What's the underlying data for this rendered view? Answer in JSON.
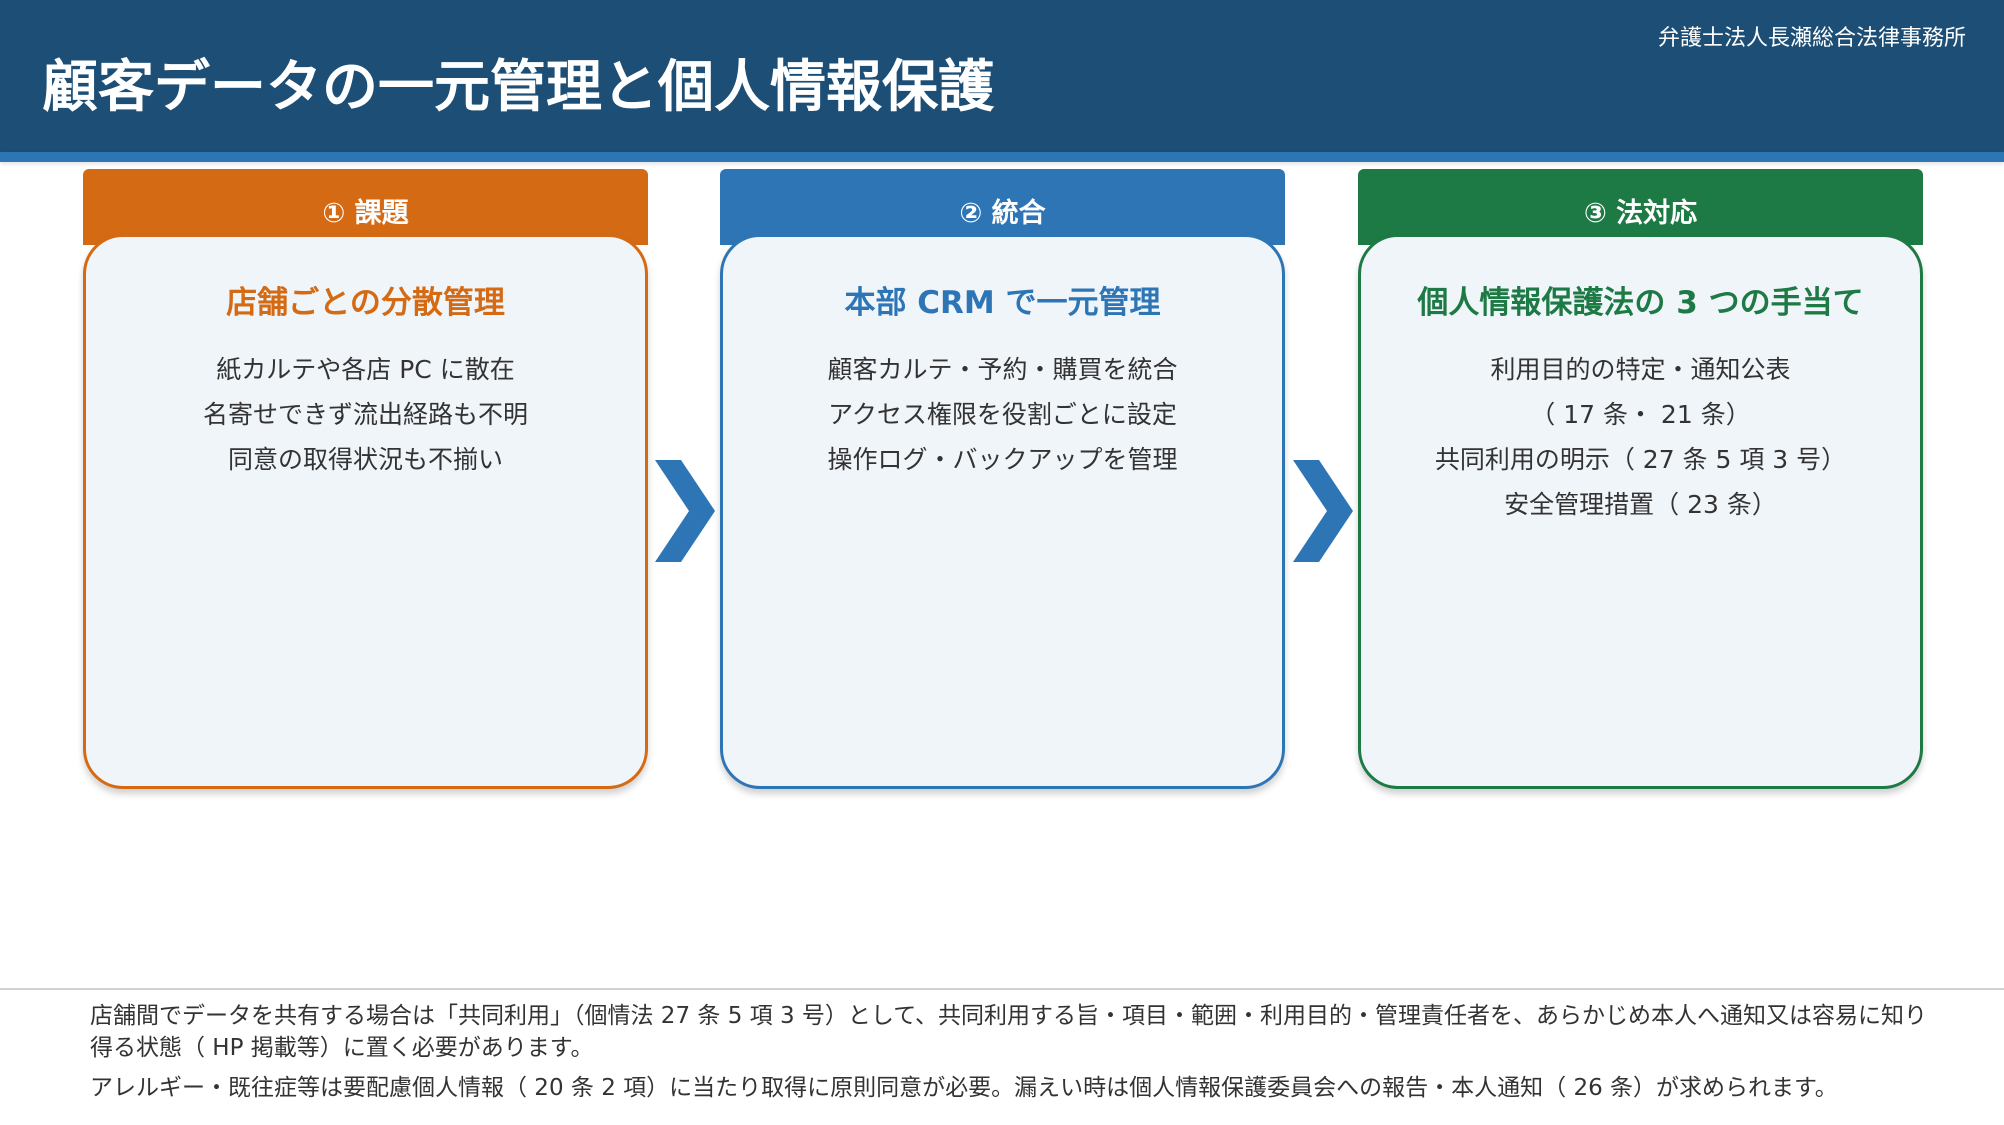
{
  "header": {
    "title": "顧客データの一元管理と個人情報保護",
    "firm": "弁護士法人長瀬総合法律事務所"
  },
  "cards": [
    {
      "tab_label": "① 課題",
      "heading": "店舗ごとの分散管理",
      "lines": [
        "紙カルテや各店 PC に散在",
        "名寄せできず流出経路も不明",
        "同意の取得状況も不揃い"
      ]
    },
    {
      "tab_label": "② 統合",
      "heading": "本部 CRM で一元管理",
      "lines": [
        "顧客カルテ・予約・購買を統合",
        "アクセス権限を役割ごとに設定",
        "操作ログ・バックアップを管理"
      ]
    },
    {
      "tab_label": "③ 法対応",
      "heading": "個人情報保護法の 3 つの手当て",
      "lines": [
        "利用目的の特定・通知公表",
        "（ 17 条・ 21 条）",
        "共同利用の明示（ 27 条 5 項 3 号）",
        "安全管理措置（ 23 条）"
      ]
    }
  ],
  "arrows": {
    "icon": "chevron-right-icon",
    "color": "#2e75b6"
  },
  "colors": {
    "header": "#1d4e75",
    "accent_blue": "#2e75b6",
    "orange": "#d46a13",
    "green": "#1e7a45"
  },
  "footer": {
    "note1": "店舗間でデータを共有する場合は「共同利用」（個情法 27 条 5 項 3 号）として、共同利用する旨・項目・範囲・利用目的・管理責任者を、あらかじめ本人へ通知又は容易に知り得る状態（ HP 掲載等）に置く必要があります。",
    "note2": "アレルギー・既往症等は要配慮個人情報（ 20 条 2 項）に当たり取得に原則同意が必要。漏えい時は個人情報保護委員会への報告・本人通知（ 26 条）が求められます。"
  }
}
